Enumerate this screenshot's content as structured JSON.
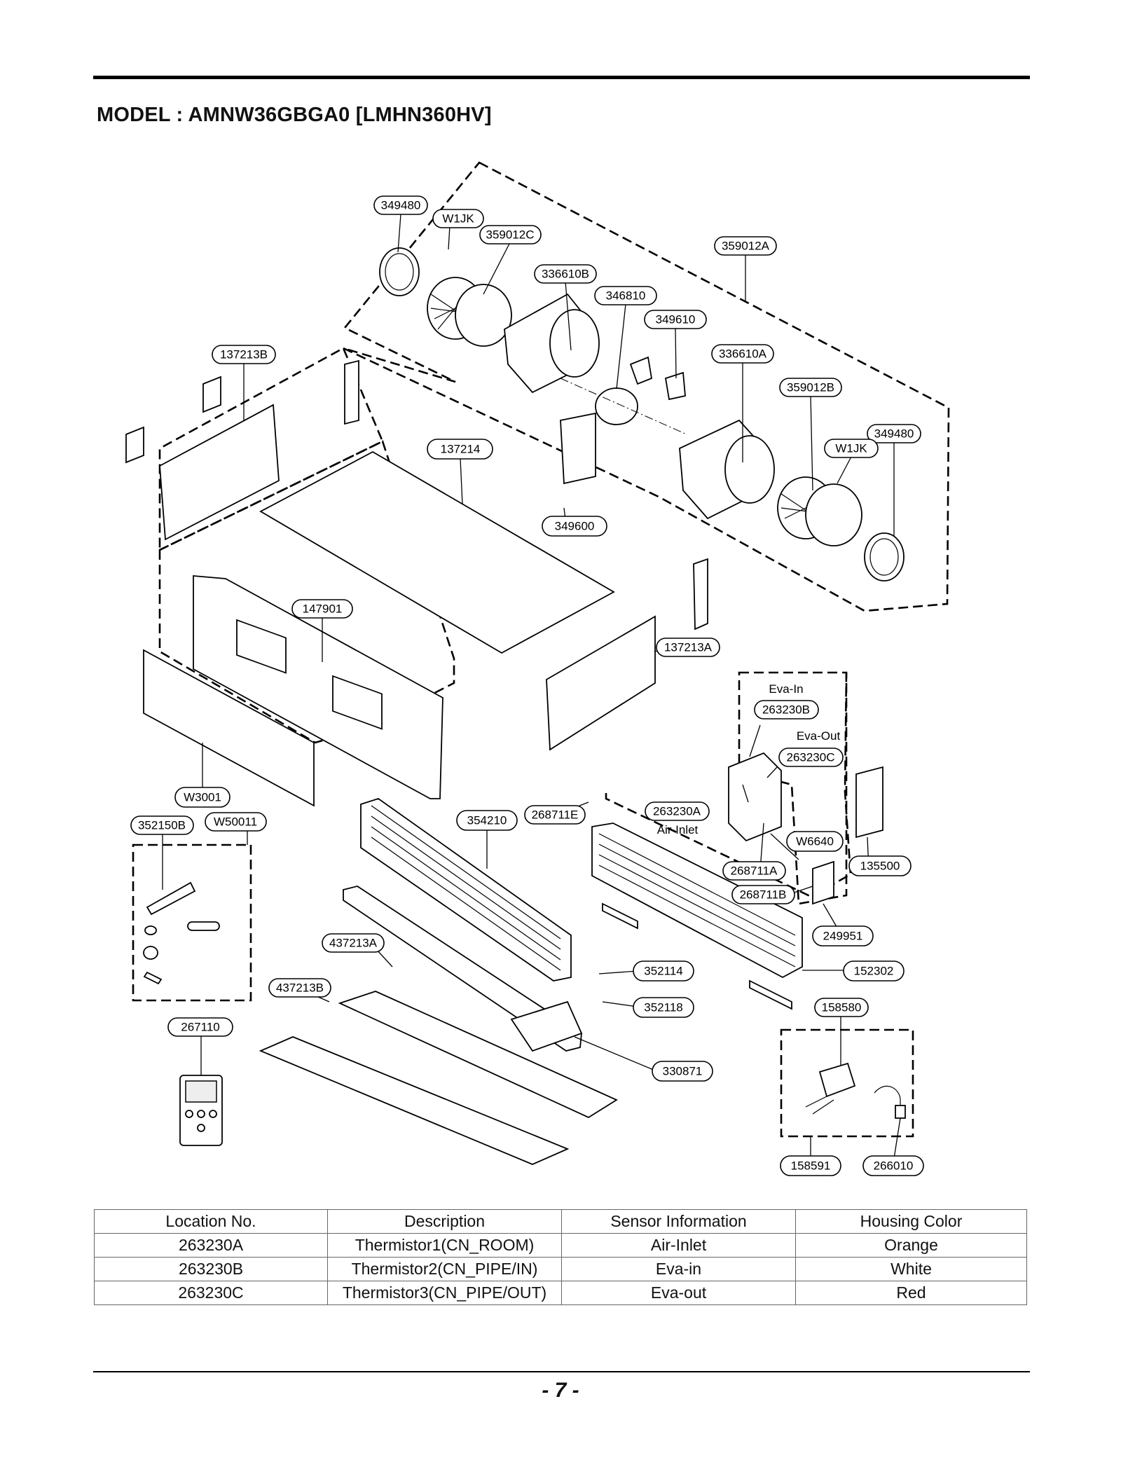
{
  "title": "MODEL : AMNW36GBGA0 [LMHN360HV]",
  "callouts": {
    "c349480a": "349480",
    "w1jk_a": "W1JK",
    "c359012c": "359012C",
    "c359012a": "359012A",
    "c336610b": "336610B",
    "c346810": "346810",
    "c349610": "349610",
    "c336610a": "336610A",
    "c359012b": "359012B",
    "c349480b": "349480",
    "w1jk_b": "W1JK",
    "c137213b": "137213B",
    "c137214": "137214",
    "c349600": "349600",
    "c147901": "147901",
    "c137213a": "137213A",
    "c263230b": "263230B",
    "c263230c": "263230C",
    "c263230a": "263230A",
    "w3001": "W3001",
    "c352150b": "352150B",
    "w50011": "W50011",
    "c354210": "354210",
    "c268711e": "268711E",
    "w6640": "W6640",
    "c135500": "135500",
    "c268711a": "268711A",
    "c268711b": "268711B",
    "c249951": "249951",
    "c437213a": "437213A",
    "c352114": "352114",
    "c152302": "152302",
    "c437213b": "437213B",
    "c352118": "352118",
    "c158580": "158580",
    "c267110": "267110",
    "c330871": "330871",
    "c158591": "158591",
    "c266010": "266010"
  },
  "labels": {
    "eva_in": "Eva-In",
    "eva_out": "Eva-Out",
    "air_inlet": "Air-Inlet"
  },
  "table": {
    "header": [
      "Location No.",
      "Description",
      "Sensor Information",
      "Housing Color"
    ],
    "rows": [
      [
        "263230A",
        "Thermistor1(CN_ROOM)",
        "Air-Inlet",
        "Orange"
      ],
      [
        "263230B",
        "Thermistor2(CN_PIPE/IN)",
        "Eva-in",
        "White"
      ],
      [
        "263230C",
        "Thermistor3(CN_PIPE/OUT)",
        "Eva-out",
        "Red"
      ]
    ]
  },
  "page_number": "- 7 -"
}
